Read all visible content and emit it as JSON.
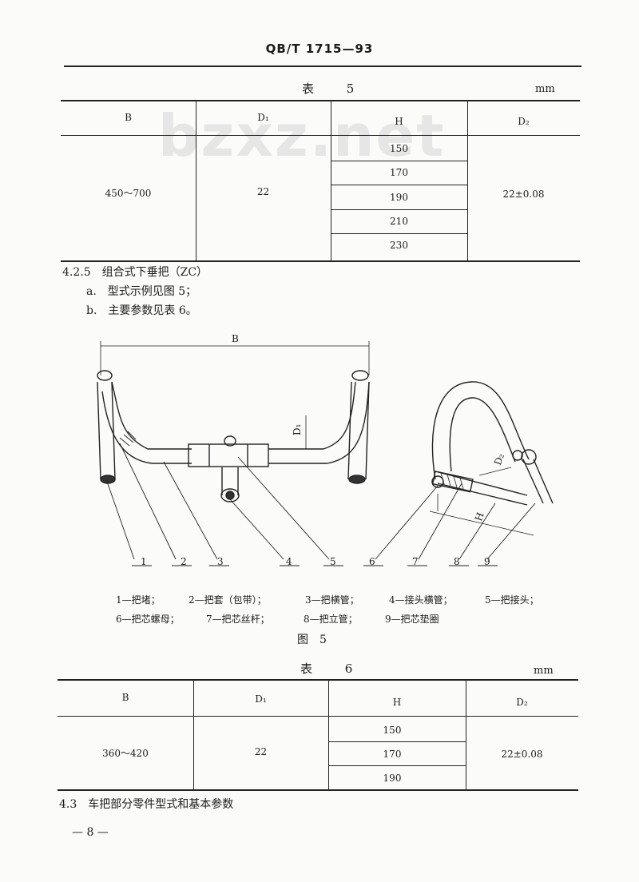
{
  "header": {
    "code": "QB/T 1715—93"
  },
  "table5": {
    "caption": "表 5",
    "unit": "mm",
    "headers": {
      "B": "B",
      "D1": "D₁",
      "H": "H",
      "D2": "D₂"
    },
    "B": "450～700",
    "D1": "22",
    "H": [
      "150",
      "170",
      "190",
      "210",
      "230"
    ],
    "D2": "22±0.08"
  },
  "section_425": {
    "title": "4.2.5　组合式下垂把（ZC）",
    "item_a": "a.　型式示例见图 5；",
    "item_b": "b.　主要参数见表 6。"
  },
  "figure5": {
    "dim_B": "B",
    "dim_D1": "D₁",
    "dim_D2": "D₂",
    "dim_H": "H",
    "callouts": [
      "1",
      "2",
      "3",
      "4",
      "5",
      "6",
      "7",
      "8",
      "9"
    ],
    "legend_row1": [
      "1—把堵；",
      "2—把套（包带）；",
      "3—把横管；",
      "4—接头横管；",
      "5—把接头；"
    ],
    "legend_row2": [
      "6—把芯螺母；",
      "7—把芯丝杆；",
      "8—把立管；",
      "9—把芯垫圈"
    ],
    "caption": "图　5"
  },
  "table6": {
    "caption": "表 6",
    "unit": "mm",
    "headers": {
      "B": "B",
      "D1": "D₁",
      "H": "H",
      "D2": "D₂"
    },
    "B": "360～420",
    "D1": "22",
    "H": [
      "150",
      "170",
      "190"
    ],
    "D2": "22±0.08"
  },
  "section_43": {
    "title": "4.3　车把部分零件型式和基本参数"
  },
  "page_number": "— 8 —",
  "watermark": "bzxz.net"
}
